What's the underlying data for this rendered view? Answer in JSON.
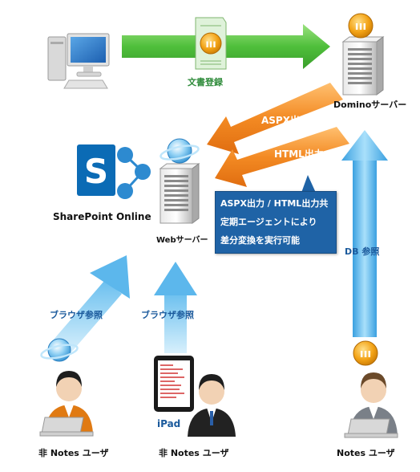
{
  "labels": {
    "doc_register": "文書登録",
    "domino_server": "Dominoサーバー",
    "aspx_output": "ASPX出力",
    "html_output": "HTML出力",
    "sharepoint": "SharePoint Online",
    "web_server": "Webサーバー",
    "callout_line1": "ASPX出力 / HTML出力共",
    "callout_line2": "定期エージェントにより",
    "callout_line3": "差分変換を実行可能",
    "db_ref": "DB 参照",
    "browser_ref_left": "ブラウザ参照",
    "browser_ref_mid": "ブラウザ参照",
    "ipad": "iPad",
    "user_left": "非 Notes ユーザ",
    "user_mid": "非 Notes ユーザ",
    "user_right": "Notes ユーザ"
  },
  "colors": {
    "green_arrow": "#5cc84a",
    "orange_arrow": "#f07f1f",
    "blue_arrow": "#5fb8ec",
    "callout_bg": "#1f63a6",
    "sharepoint_blue": "#0b6bb5",
    "notes_gold": "#f3a316"
  },
  "icons": [
    "desktop-pc-icon",
    "document-icon",
    "server-icon",
    "notes-logo-icon",
    "sharepoint-logo-icon",
    "globe-icon",
    "user-icon",
    "ipad-icon"
  ]
}
